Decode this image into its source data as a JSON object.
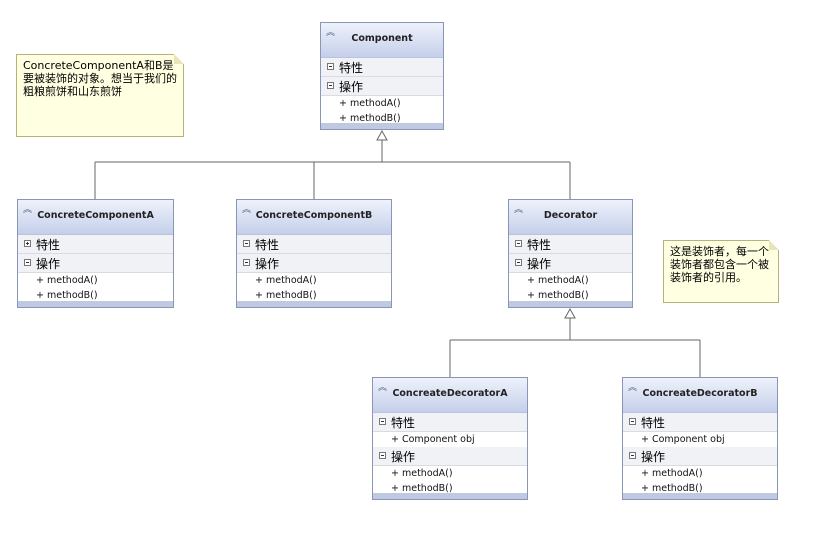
{
  "section_labels": {
    "attributes": "特性",
    "operations": "操作"
  },
  "classes": {
    "component": {
      "name": "Component",
      "members": [
        "+ methodA()",
        "+ methodB()"
      ]
    },
    "concrete_component_a": {
      "name": "ConcreteComponentA",
      "members": [
        "+ methodA()",
        "+ methodB()"
      ]
    },
    "concrete_component_b": {
      "name": "ConcreteComponentB",
      "members": [
        "+ methodA()",
        "+ methodB()"
      ]
    },
    "decorator": {
      "name": "Decorator",
      "members": [
        "+ methodA()",
        "+ methodB()"
      ]
    },
    "concreate_decorator_a": {
      "name": "ConcreateDecoratorA",
      "attributes": [
        "+ Component obj"
      ],
      "members": [
        "+ methodA()",
        "+ methodB()"
      ]
    },
    "concreate_decorator_b": {
      "name": "ConcreateDecoratorB",
      "attributes": [
        "+ Component obj"
      ],
      "members": [
        "+ methodA()",
        "+ methodB()"
      ]
    }
  },
  "notes": {
    "note1": "ConcreteComponentA和B是要被装饰的对象。想当于我们的粗粮煎饼和山东煎饼",
    "note2": "这是装饰者，每一个装饰者都包含一个被装饰者的引用。"
  }
}
